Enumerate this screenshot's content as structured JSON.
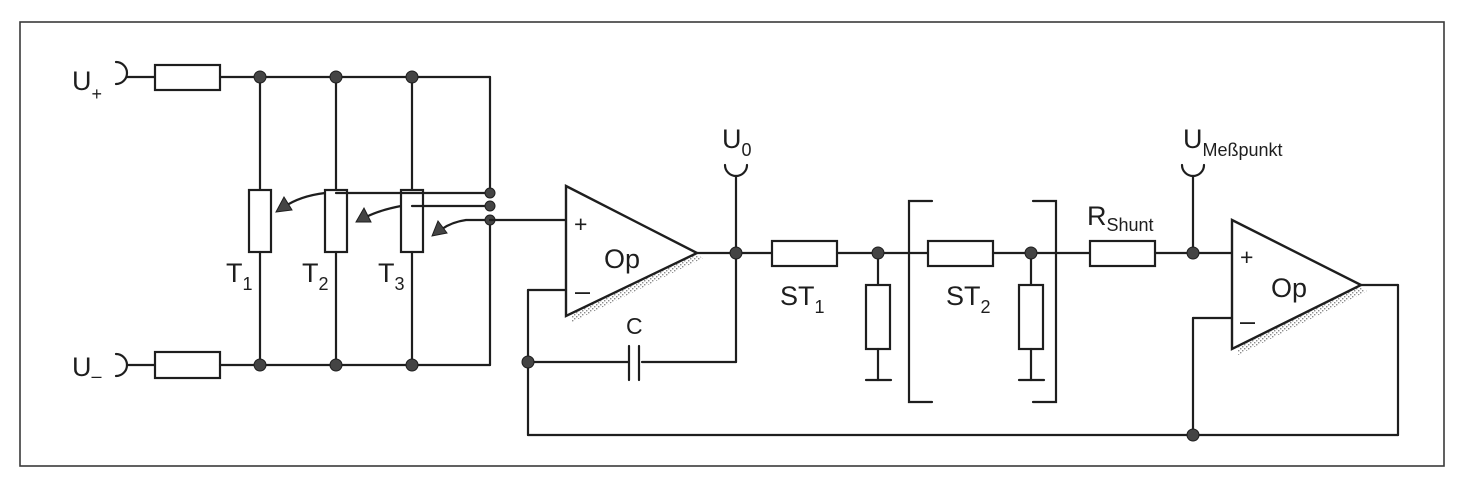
{
  "diagram": {
    "terminals": {
      "u_plus": {
        "main": "U",
        "sub": "+"
      },
      "u_minus": {
        "main": "U",
        "sub": "–"
      },
      "u_0": {
        "main": "U",
        "sub": "0"
      },
      "u_messpunkt": {
        "main": "U",
        "sub": "Meßpunkt"
      }
    },
    "trimmers": [
      {
        "main": "T",
        "sub": "1"
      },
      {
        "main": "T",
        "sub": "2"
      },
      {
        "main": "T",
        "sub": "3"
      }
    ],
    "opamps": [
      {
        "label": "Op",
        "plus": "+",
        "minus": "–"
      },
      {
        "label": "Op",
        "plus": "+",
        "minus": "–"
      }
    ],
    "capacitor": {
      "label": "C"
    },
    "stages": [
      {
        "main": "ST",
        "sub": "1"
      },
      {
        "main": "ST",
        "sub": "2"
      }
    ],
    "shunt": {
      "main": "R",
      "sub": "Shunt"
    }
  },
  "colors": {
    "ink": "#1e1e1e",
    "node": "#444444",
    "shading": "#9a9a9a"
  }
}
